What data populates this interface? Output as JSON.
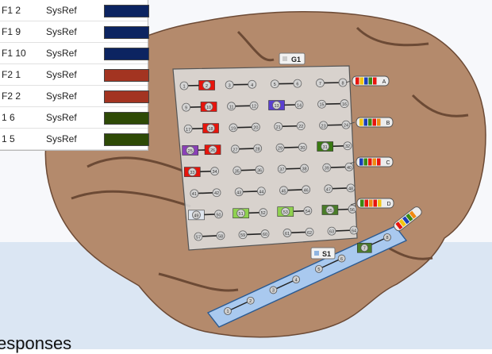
{
  "legend": {
    "rows": [
      {
        "name": "F1 2",
        "ref": "SysRef",
        "color": "#0c2461"
      },
      {
        "name": "F1 9",
        "ref": "SysRef",
        "color": "#0c2461"
      },
      {
        "name": "F1 10",
        "ref": "SysRef",
        "color": "#0c2461"
      },
      {
        "name": "F2 1",
        "ref": "SysRef",
        "color": "#a33421"
      },
      {
        "name": "F2 2",
        "ref": "SysRef",
        "color": "#a33421"
      },
      {
        "name": "1 6",
        "ref": "SysRef",
        "color": "#2e4a06"
      },
      {
        "name": "1 5",
        "ref": "SysRef",
        "color": "#2e4a06"
      }
    ]
  },
  "grid": {
    "label": "G1",
    "rows": [
      [
        "1",
        "2",
        "3",
        "4",
        "5",
        "6",
        "7",
        "8"
      ],
      [
        "9",
        "10",
        "11",
        "12",
        "13",
        "14",
        "15",
        "16"
      ],
      [
        "17",
        "18",
        "19",
        "20",
        "21",
        "22",
        "23",
        "24"
      ],
      [
        "25",
        "26",
        "27",
        "28",
        "29",
        "30",
        "31",
        "32"
      ],
      [
        "33",
        "34",
        "35",
        "36",
        "37",
        "38",
        "39",
        "40"
      ],
      [
        "41",
        "42",
        "43",
        "44",
        "45",
        "46",
        "47",
        "48"
      ],
      [
        "49",
        "50",
        "51",
        "52",
        "53",
        "54",
        "55",
        "56"
      ],
      [
        "57",
        "58",
        "59",
        "60",
        "61",
        "62",
        "63",
        "64"
      ]
    ],
    "highlights": [
      {
        "row": 0,
        "col": 1,
        "color": "#e8140c"
      },
      {
        "row": 1,
        "col": 1,
        "color": "#e8140c"
      },
      {
        "row": 1,
        "col": 4,
        "color": "#5a3fd1"
      },
      {
        "row": 2,
        "col": 1,
        "color": "#e8140c"
      },
      {
        "row": 3,
        "col": 0,
        "color": "#8a3fb9"
      },
      {
        "row": 3,
        "col": 1,
        "color": "#e8140c"
      },
      {
        "row": 3,
        "col": 6,
        "color": "#3a7a12"
      },
      {
        "row": 4,
        "col": 0,
        "color": "#e8140c"
      },
      {
        "row": 6,
        "col": 0,
        "color": "#dfe6ef"
      },
      {
        "row": 6,
        "col": 2,
        "color": "#8fd14f"
      },
      {
        "row": 6,
        "col": 4,
        "color": "#8fd14f"
      },
      {
        "row": 6,
        "col": 6,
        "color": "#4a7d28"
      }
    ]
  },
  "strip": {
    "label": "S1",
    "contacts": [
      "1",
      "2",
      "3",
      "4",
      "5",
      "6",
      "7",
      "8"
    ],
    "highlights": [
      {
        "index": 6,
        "color": "#4a7d28"
      }
    ]
  },
  "connectors": {
    "labels": [
      "A",
      "B",
      "C",
      "D"
    ]
  },
  "caption": "esponses"
}
